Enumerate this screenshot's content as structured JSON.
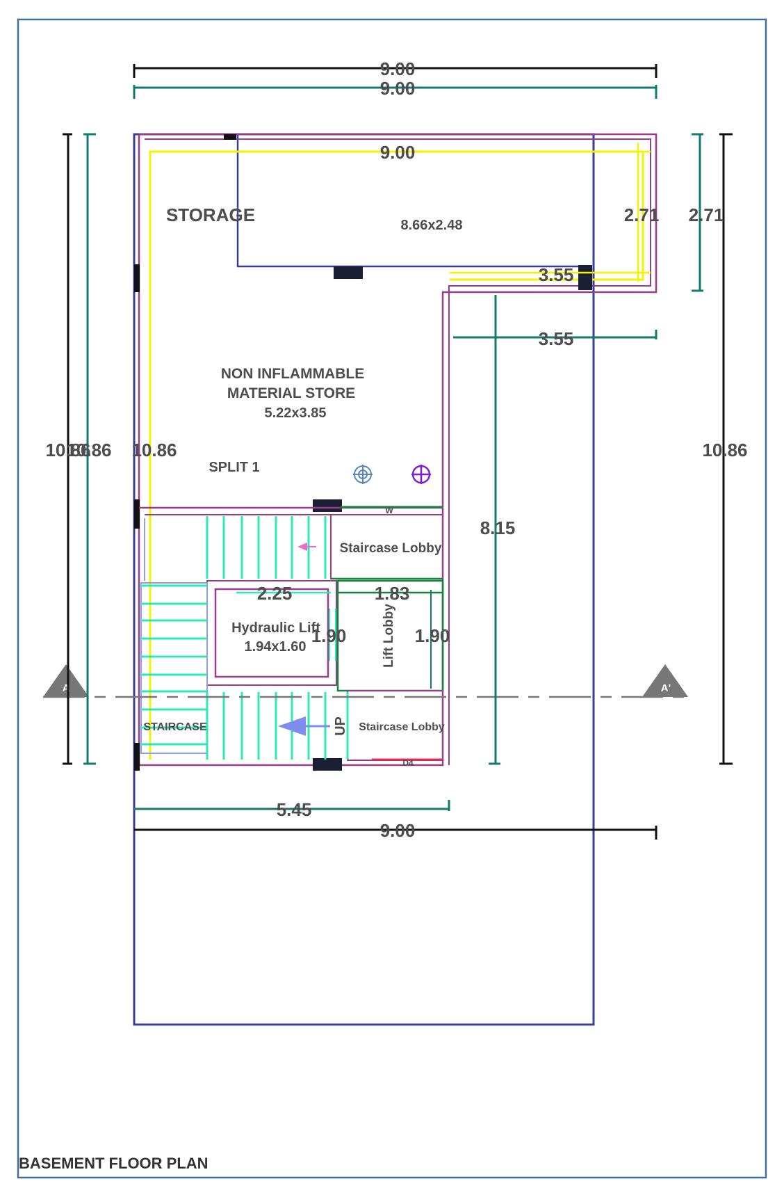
{
  "title": "BASEMENT FLOOR PLAN",
  "colors": {
    "border": "#3f6f96",
    "outline": "#3b3f8f",
    "magenta": "#9a3c8c",
    "yellow": "#f3f300",
    "teal": "#127a6e",
    "black": "#111111",
    "green": "#14823a",
    "cyan": "#2ee8b8",
    "lightblue": "#8e9cf2",
    "arrowblue": "#7e8ef0",
    "pink": "#ec6cc4",
    "red": "#e0305a",
    "text": "#4d4d4d",
    "section": "#777777"
  },
  "rooms": {
    "storage": "STORAGE",
    "storage_size": "8.66x2.48",
    "store_name_1": "NON INFLAMMABLE",
    "store_name_2": "MATERIAL STORE",
    "store_size": "5.22x3.85",
    "split": "SPLIT 1",
    "lobby_upper": "Staircase Lobby",
    "lobby_lower": "Staircase Lobby",
    "lift_name": "Hydraulic Lift",
    "lift_size": "1.94x1.60",
    "lift_lobby": "Lift Lobby",
    "staircase": "STAIRCASE",
    "up": "UP",
    "door_w": "W",
    "door_d": "D4"
  },
  "dims": {
    "top_black": "9.00",
    "top_teal": "9.00",
    "top_yellow": "9.00",
    "right_inner": "2.71",
    "right_outer": "2.71",
    "notch_yellow": "3.55",
    "notch_teal": "3.55",
    "left_overlap": "10.86",
    "left_overlap_hidden": "10.86",
    "left_yellow": "10.86",
    "right_total": "10.86",
    "inner_height": "8.15",
    "stair_w": "2.25",
    "lobby_w": "1.83",
    "lift_h": "1.90",
    "lobby_h": "1.90",
    "bottom_teal": "5.45",
    "bottom_black": "9.00"
  },
  "section_marks": {
    "left": "A",
    "right": "A'"
  }
}
